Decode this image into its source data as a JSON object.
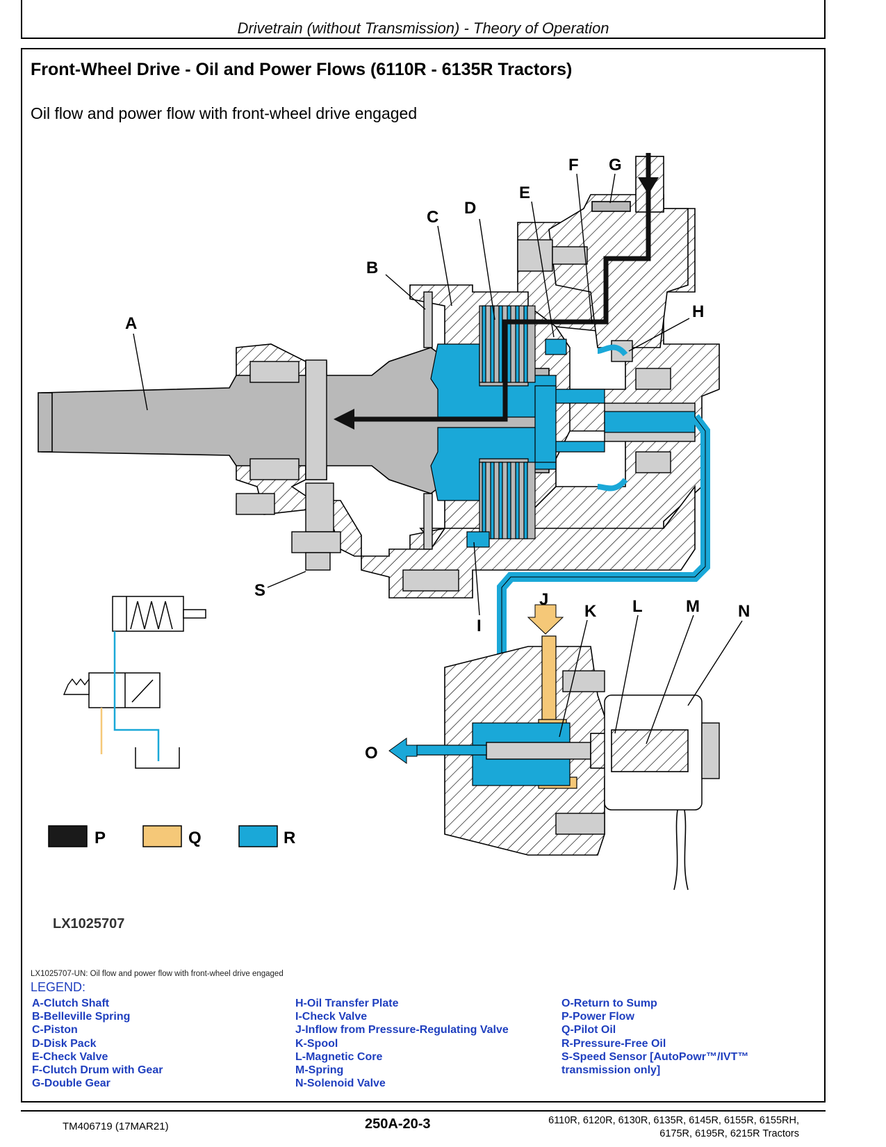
{
  "header": {
    "title": "Drivetrain (without Transmission) - Theory of Operation"
  },
  "section": {
    "title": "Front-Wheel Drive - Oil and Power Flows (6110R - 6135R Tractors)",
    "subtitle": "Oil flow and power flow with front-wheel drive engaged"
  },
  "figure": {
    "labels": {
      "A": "A",
      "B": "B",
      "C": "C",
      "D": "D",
      "E": "E",
      "F": "F",
      "G": "G",
      "H": "H",
      "I": "I",
      "J": "J",
      "K": "K",
      "L": "L",
      "M": "M",
      "N": "N",
      "O": "O",
      "S": "S"
    },
    "key": [
      {
        "letter": "P",
        "color": "#1a1a1a"
      },
      {
        "letter": "Q",
        "color": "#f5c878"
      },
      {
        "letter": "R",
        "color": "#1aa8d8"
      }
    ],
    "id": "LX1025707",
    "caption": "LX1025707-UN: Oil flow and power flow with front-wheel drive engaged"
  },
  "legend": {
    "title": "LEGEND:",
    "col1": [
      "A-Clutch Shaft",
      "B-Belleville Spring",
      "C-Piston",
      "D-Disk Pack",
      "E-Check Valve",
      "F-Clutch Drum with Gear",
      "G-Double Gear"
    ],
    "col2": [
      "H-Oil Transfer Plate",
      "I-Check Valve",
      "J-Inflow from Pressure-Regulating Valve",
      "K-Spool",
      "L-Magnetic Core",
      "M-Spring",
      "N-Solenoid Valve"
    ],
    "col3": [
      "O-Return to Sump",
      "P-Power Flow",
      "Q-Pilot Oil",
      "R-Pressure-Free Oil",
      "S-Speed Sensor [AutoPowr™/IVT™ transmission only]"
    ]
  },
  "footer": {
    "doc_id": "TM406719 (17MAR21)",
    "page": "250A-20-3",
    "models_line1": "6110R, 6120R, 6130R, 6135R, 6145R, 6155R, 6155RH,",
    "models_line2": "6175R, 6195R, 6215R Tractors"
  }
}
